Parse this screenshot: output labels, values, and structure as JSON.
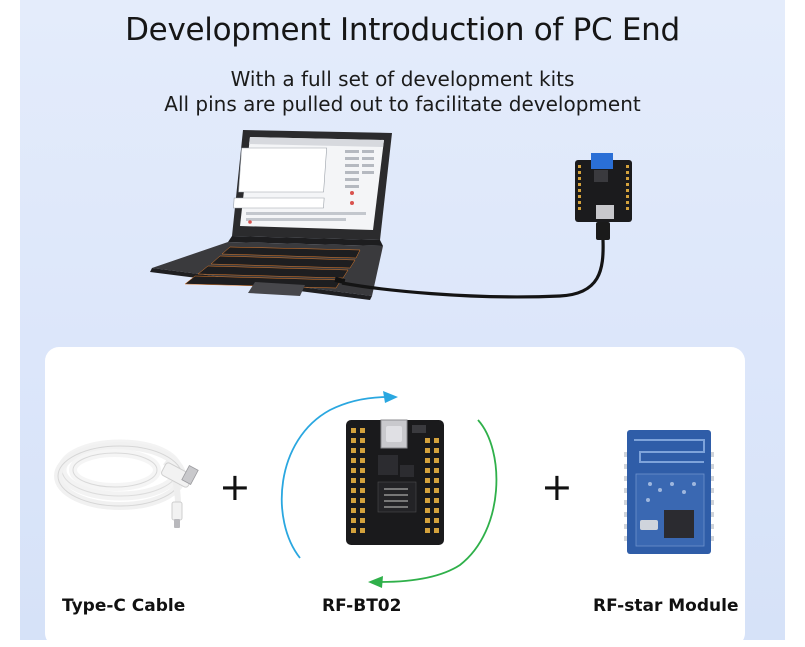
{
  "header": {
    "title": "Development Introduction of PC End",
    "subtitle_line1": "With a full set of development kits",
    "subtitle_line2": "All pins are pulled out to facilitate development"
  },
  "components": {
    "plus_symbol": "+",
    "items": [
      {
        "label": "Type-C Cable"
      },
      {
        "label": "RF-BT02"
      },
      {
        "label": "RF-star Module"
      }
    ]
  },
  "colors": {
    "background_panel": "#dce6fa",
    "card": "#ffffff",
    "arrow_blue": "#2aa7e0",
    "arrow_green": "#2fb04a",
    "module_blue": "#2f5da8"
  },
  "icons": [
    "laptop-image",
    "usb-cable-image",
    "dev-board-image",
    "bluetooth-module-image",
    "rotate-arrow-icon"
  ]
}
